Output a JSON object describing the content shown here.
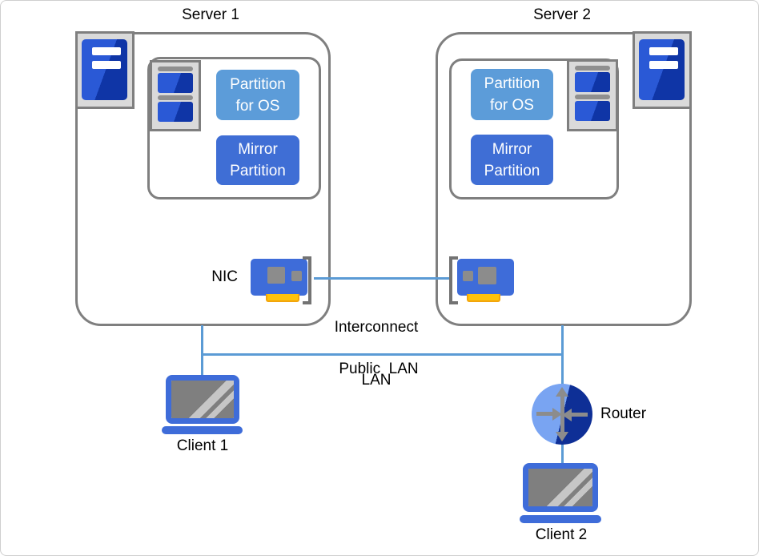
{
  "diagram": {
    "servers": [
      {
        "title": "Server 1",
        "os_partition_line1": "Partition",
        "os_partition_line2": "for OS",
        "mirror_partition_line1": "Mirror",
        "mirror_partition_line2": "Partition"
      },
      {
        "title": "Server 2",
        "os_partition_line1": "Partition",
        "os_partition_line2": "for OS",
        "mirror_partition_line1": "Mirror",
        "mirror_partition_line2": "Partition"
      }
    ],
    "labels": {
      "nic": "NIC",
      "interconnect_line1": "Interconnect",
      "interconnect_line2": "LAN",
      "public_lan": "Public  LAN",
      "router": "Router",
      "client1": "Client 1",
      "client2": "Client 2"
    },
    "icons": [
      "server-tower-icon",
      "disk-icon",
      "nic-icon",
      "laptop-icon",
      "router-icon"
    ],
    "colors": {
      "lan_line": "#5B9BD5",
      "box_border": "#7F7F7F",
      "icon_panel_gray": "#DADADA",
      "os_partition_blue": "#5C9CD9",
      "mirror_partition_blue": "#3F6ED5",
      "device_blue": "#3E6CD9",
      "tower_blue_light": "#2A59D6",
      "tower_blue_dark": "#0F35A6",
      "router_light_blue": "#79A4F2",
      "router_dark_blue": "#0E2F96",
      "chip_gray": "#8C8C8C",
      "screen_gray": "#7F7F7F",
      "connector_yellow": "#FFC30B",
      "page_border": "#CFCFCF"
    }
  }
}
